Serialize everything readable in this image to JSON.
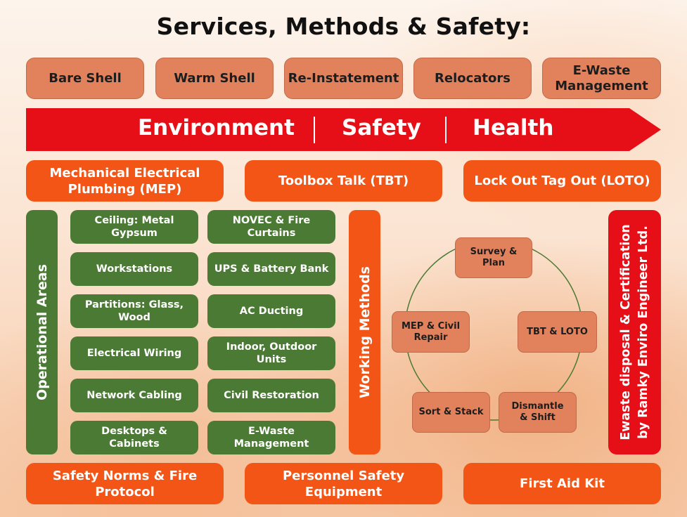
{
  "title": "Services, Methods & Safety:",
  "services": [
    "Bare Shell",
    "Warm Shell",
    "Re-Instatement",
    "Relocators",
    "E-Waste Management"
  ],
  "banner": {
    "items": [
      "Environment",
      "Safety",
      "Health"
    ],
    "color": "#e60f17"
  },
  "practices_top": [
    "Mechanical Electrical Plumbing (MEP)",
    "Toolbox Talk (TBT)",
    "Lock Out Tag Out (LOTO)"
  ],
  "operational_areas": {
    "label": "Operational Areas",
    "items_left": [
      "Ceiling: Metal Gypsum",
      "Workstations",
      "Partitions: Glass, Wood",
      "Electrical Wiring",
      "Network Cabling",
      "Desktops & Cabinets"
    ],
    "items_right": [
      "NOVEC & Fire Curtains",
      "UPS & Battery Bank",
      "AC Ducting",
      "Indoor, Outdoor Units",
      "Civil Restoration",
      "E-Waste Management"
    ],
    "color": "#4a7a33"
  },
  "working_methods": {
    "label": "Working Methods",
    "cycle": [
      "Survey & Plan",
      "TBT & LOTO",
      "Dismantle & Shift",
      "Sort & Stack",
      "MEP & Civil Repair"
    ]
  },
  "ewaste_banner": {
    "line1": "Ewaste disposal & Certification",
    "line2": "by Ramky Enviro Engineer Ltd."
  },
  "practices_bottom": [
    "Safety Norms & Fire Protocol",
    "Personnel Safety Equipment",
    "First Aid Kit"
  ],
  "colors": {
    "service_box": "#e2825d",
    "practice_box": "#f25516",
    "accent_red": "#e60f17"
  }
}
